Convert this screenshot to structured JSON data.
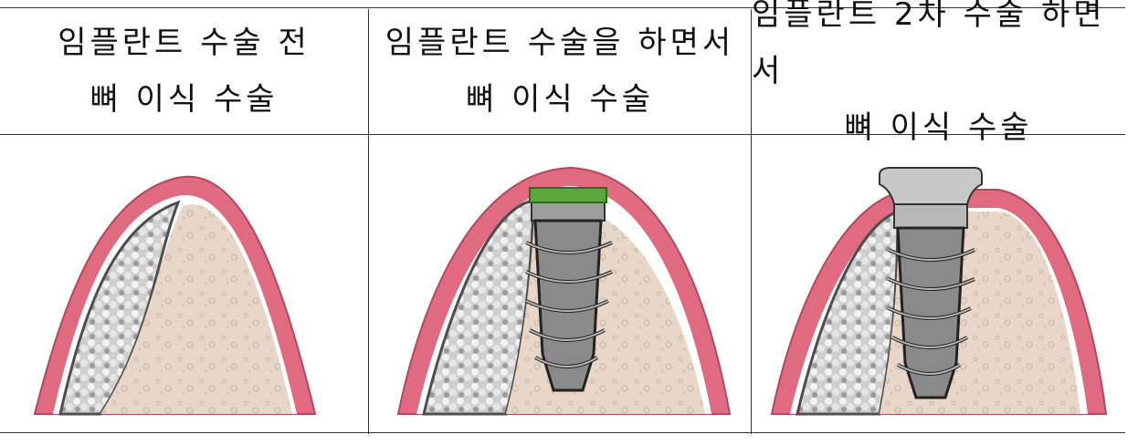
{
  "columns": [
    {
      "line1": "임플란트 수술 전",
      "line2": "뼈 이식 수술",
      "stage": "graft-only"
    },
    {
      "line1": "임플란트 수술을 하면서",
      "line2": "뼈 이식 수술",
      "stage": "implant-with-cover"
    },
    {
      "line1": "임플란트 2차 수술 하면서",
      "line2": "뼈 이식 수술",
      "stage": "implant-with-healing-abutment"
    }
  ],
  "colors": {
    "gum": "#e06a7f",
    "gum_dark": "#c9506a",
    "bone": "#e8d6c8",
    "graft": "#d9d9d9",
    "graft_dark": "#6b6b6b",
    "implant": "#8a8a8a",
    "cover_cap": "#5aa83c",
    "healing_abutment": "#c8c8c8"
  }
}
